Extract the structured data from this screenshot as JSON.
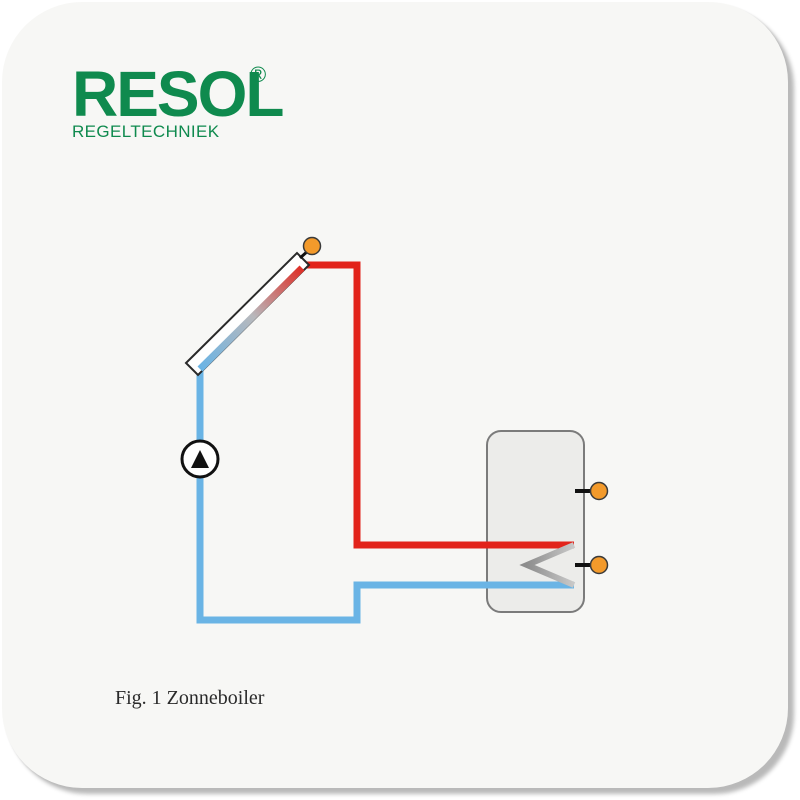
{
  "logo": {
    "brand": "RESOL",
    "registered_mark": "®",
    "subtitle": "REGELTECHNIEK"
  },
  "caption": "Fig. 1 Zonneboiler",
  "colors": {
    "brand_green": "#0f8a4e",
    "hot_pipe": "#e2231a",
    "cold_pipe": "#6ab4e5",
    "sensor": "#f39a2b",
    "tank_fill": "#ececea",
    "background": "#f7f7f5"
  },
  "icons": [
    "pump-icon",
    "sensor-icon",
    "heat-exchanger-coil-icon"
  ]
}
